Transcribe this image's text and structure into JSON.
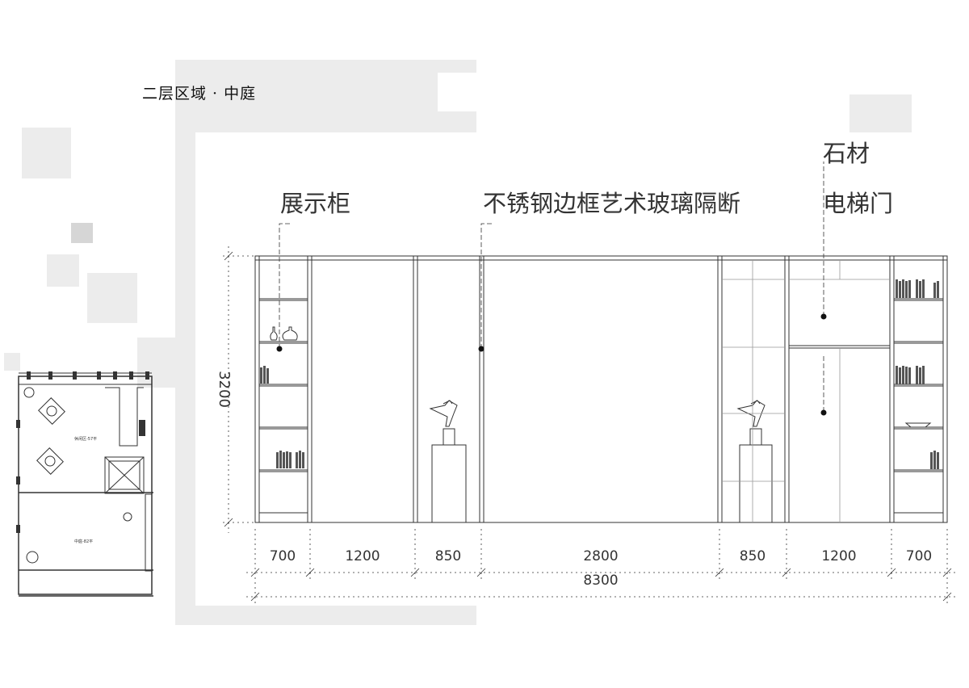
{
  "title": "二层区域 · 中庭",
  "labels": {
    "display_cabinet": "展示柜",
    "glass_partition": "不锈钢边框艺术玻璃隔断",
    "stone": "石材",
    "elevator_door": "电梯门"
  },
  "dimensions": {
    "height": "3200",
    "segments": [
      "700",
      "1200",
      "850",
      "2800",
      "850",
      "1200",
      "700"
    ],
    "total": "8300"
  },
  "plan": {
    "room_label_1": "休闲区-57平",
    "room_label_2": "中庭-82平"
  },
  "colors": {
    "line": "#333333",
    "panel": "#ececec",
    "fill_grey": "#d6d6d6"
  }
}
